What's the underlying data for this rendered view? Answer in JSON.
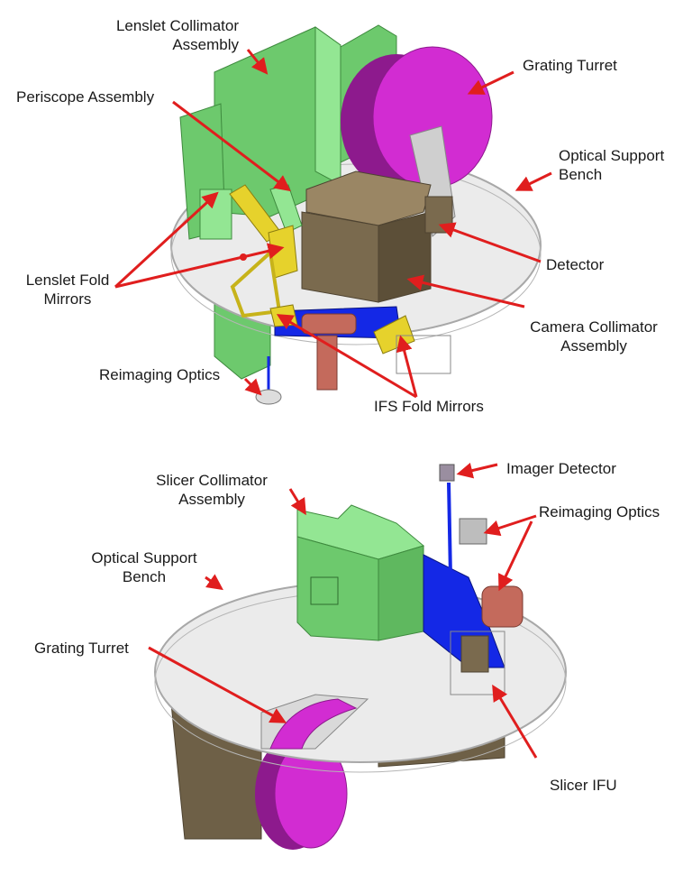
{
  "colors": {
    "bench": "#ebebeb",
    "bench_edge": "#a8a8a8",
    "collimator_green": "#6dc96d",
    "collimator_green_light": "#93e693",
    "turret_magenta": "#d22cd2",
    "turret_dark": "#8d1a8d",
    "detector_brown": "#7a6a4e",
    "fold_gold": "#e6d22c",
    "optics_blue": "#1428e6",
    "reimaging_red": "#c46a5c",
    "arrow_red": "#e01e1e"
  },
  "top_view": {
    "labels": {
      "lenslet_collimator": [
        "Lenslet Collimator",
        "Assembly"
      ],
      "grating_turret": "Grating Turret",
      "periscope": "Periscope Assembly",
      "optical_bench": [
        "Optical Support",
        "Bench"
      ],
      "detector": "Detector",
      "lenslet_fold": [
        "Lenslet Fold",
        "Mirrors"
      ],
      "camera_collimator": [
        "Camera Collimator",
        "Assembly"
      ],
      "reimaging": "Reimaging Optics",
      "ifs_fold": "IFS Fold Mirrors"
    }
  },
  "bottom_view": {
    "labels": {
      "slicer_collimator": [
        "Slicer Collimator",
        "Assembly"
      ],
      "imager_detector": "Imager Detector",
      "reimaging": "Reimaging Optics",
      "optical_bench": [
        "Optical Support",
        "Bench"
      ],
      "grating_turret": "Grating Turret",
      "slicer_ifu": "Slicer IFU"
    }
  }
}
